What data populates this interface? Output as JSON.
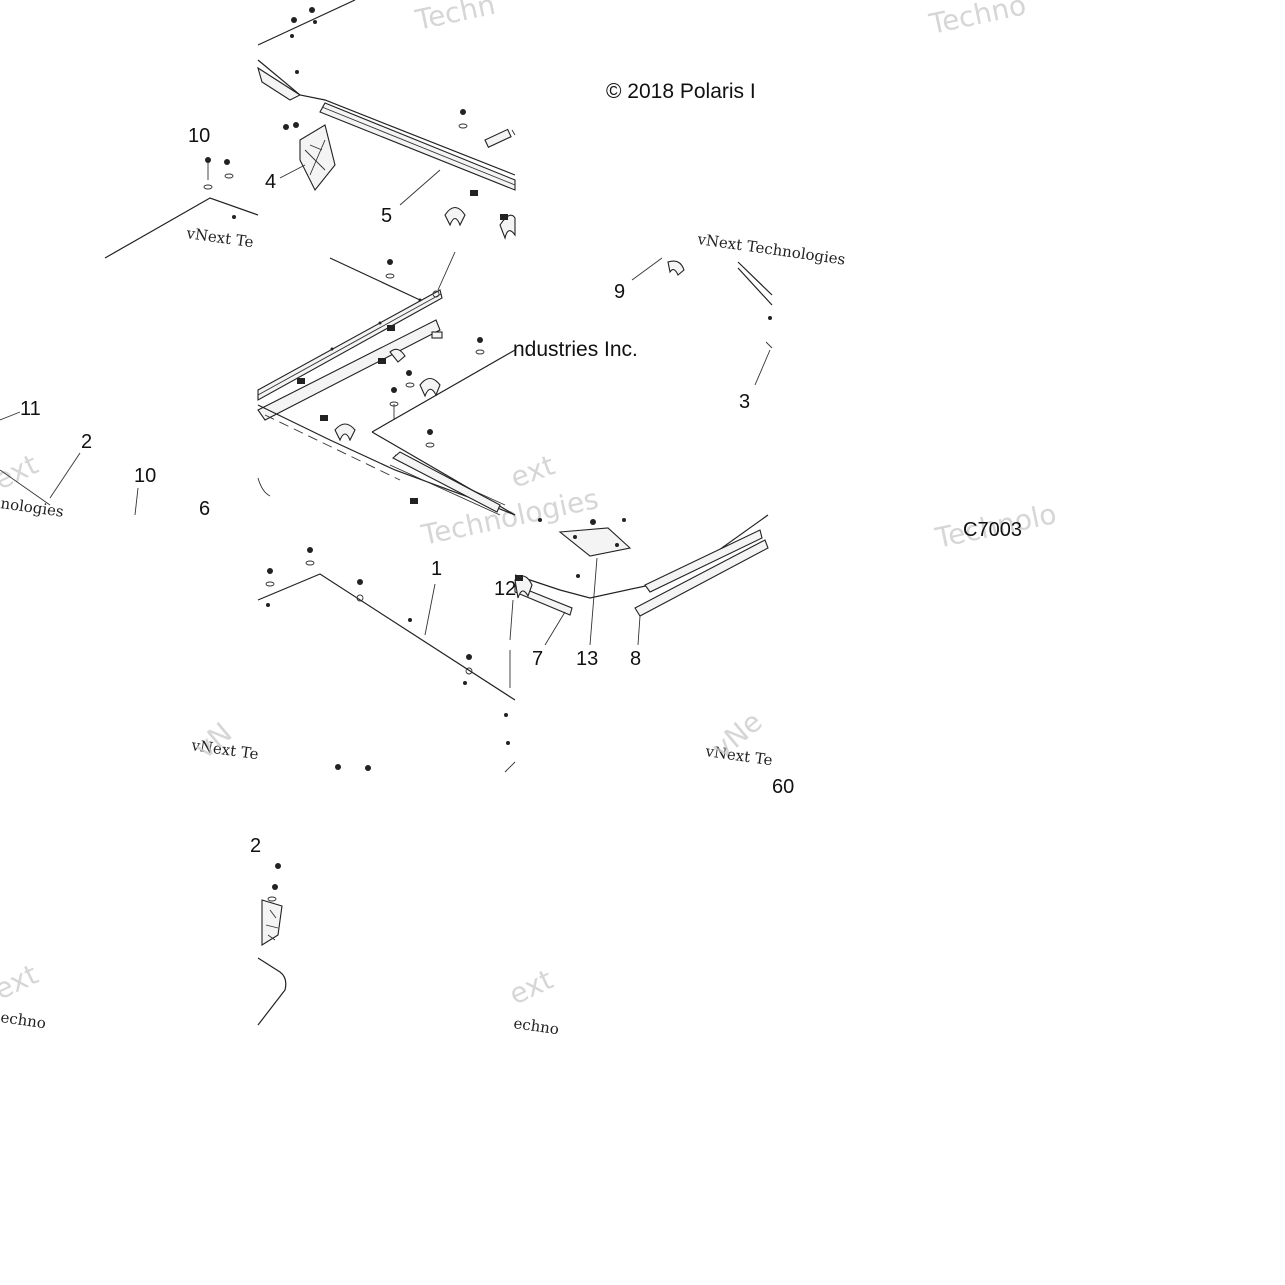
{
  "copyright": {
    "top": "© 2018 Polaris I",
    "middle": "ndustries Inc."
  },
  "diagram_code": "C7003",
  "page_fragment": "60",
  "watermarks": {
    "techno_a": "Techno",
    "techno_b": "Technolo",
    "techno_c": "Techn",
    "vnext": "vNext Te",
    "vnext_full": "vNext Technologies",
    "vne": "vNe",
    "nologies": "nologies",
    "ext": "ext",
    "technologies": "Technologies",
    "echno": "echno",
    "vne_small": "vN"
  },
  "callouts": {
    "c1": "1",
    "c2": "2",
    "c3": "3",
    "c4": "4",
    "c5": "5",
    "c6": "6",
    "c7": "7",
    "c8": "8",
    "c9": "9",
    "c10a": "10",
    "c10b": "10",
    "c11": "11",
    "c12": "12",
    "c13": "13",
    "c_partial": "2"
  }
}
